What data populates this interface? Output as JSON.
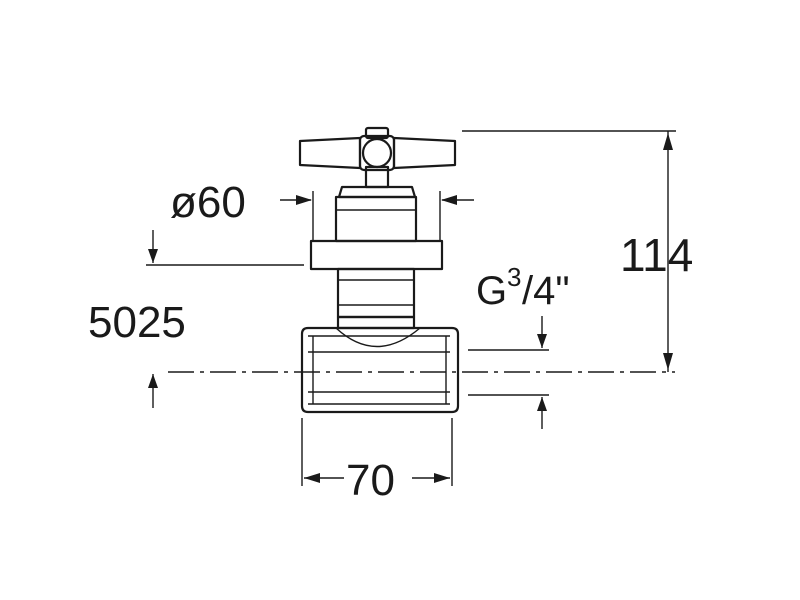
{
  "dimensions": {
    "diameter": "ø60",
    "height": "114",
    "width": "70",
    "model": "5025",
    "thread_base": "G",
    "thread_num": "3",
    "thread_den": "/4\""
  },
  "colors": {
    "line": "#1a1a1a",
    "background": "#ffffff"
  }
}
